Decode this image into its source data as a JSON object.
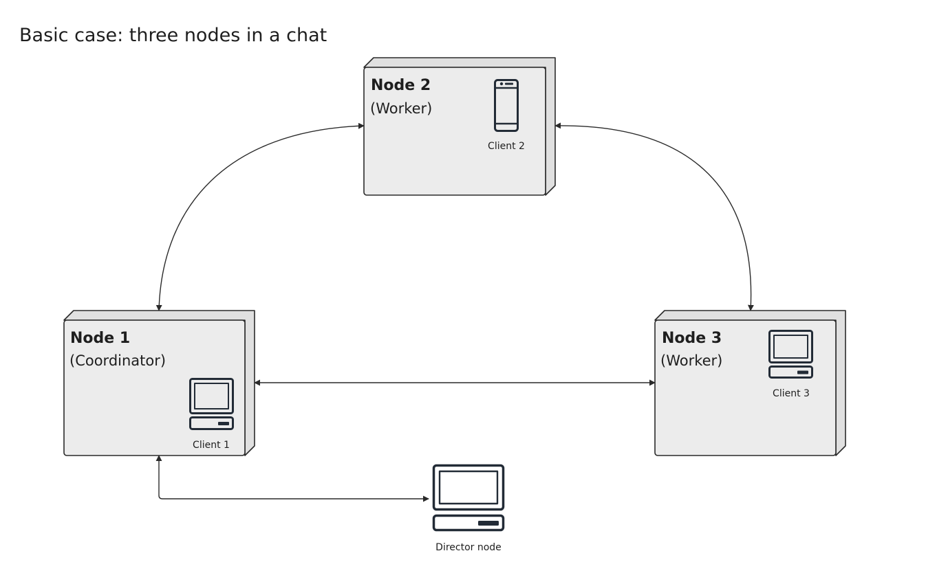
{
  "title": "Basic case: three nodes in a chat",
  "nodes": {
    "node1": {
      "name": "Node 1",
      "role": "(Coordinator)",
      "client": "Client 1",
      "client_icon": "desktop-computer-icon"
    },
    "node2": {
      "name": "Node 2",
      "role": "(Worker)",
      "client": "Client 2",
      "client_icon": "smartphone-icon"
    },
    "node3": {
      "name": "Node 3",
      "role": "(Worker)",
      "client": "Client 3",
      "client_icon": "desktop-computer-icon"
    }
  },
  "director": {
    "label": "Director node",
    "icon": "desktop-computer-icon"
  },
  "colors": {
    "node_fill": "#ececec",
    "node_side": "#e0e0e0",
    "stroke": "#2a2a2a",
    "icon": "#222b36"
  }
}
